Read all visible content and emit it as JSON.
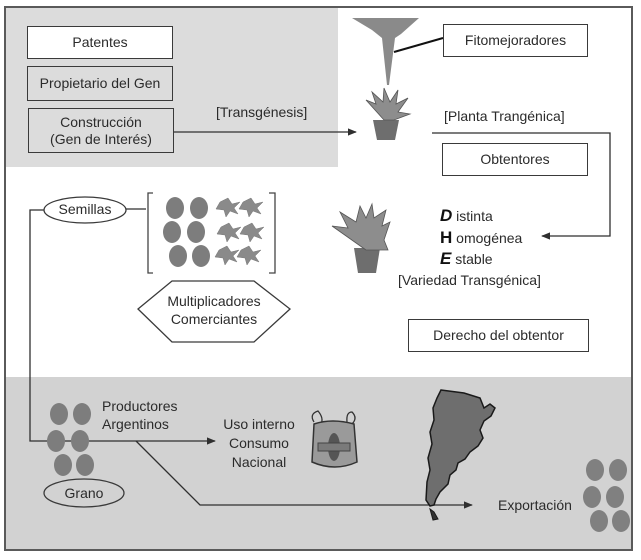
{
  "diagram": {
    "top_panel": {
      "patentes": "Patentes",
      "propietario": "Propietario del Gen",
      "construccion_line1": "Construcción",
      "construccion_line2": "(Gen de Interés)",
      "transgenesis": "[Transgénesis]"
    },
    "fitomejoradores": "Fitomejoradores",
    "planta_transgenica": "[Planta Trangénica]",
    "obtentores": "Obtentores",
    "dhe": {
      "d_letter": "D",
      "d_rest": "istinta",
      "h_letter": "H",
      "h_rest": "omogénea",
      "e_letter": "E",
      "e_rest": "stable"
    },
    "variedad_transgenica": "[Variedad Transgénica]",
    "derecho_obtentor": "Derecho del obtentor",
    "semillas": "Semillas",
    "multiplicadores_line1": "Multiplicadores",
    "multiplicadores_line2": "Comerciantes",
    "productores_line1": "Productores",
    "productores_line2": "Argentinos",
    "uso_line1": "Uso interno",
    "uso_line2": "Consumo",
    "uso_line3": "Nacional",
    "grano": "Grano",
    "exportacion": "Exportación",
    "colors": {
      "panel_top": "#dcdcdc",
      "panel_bottom": "#d2d2d2",
      "icon_gray": "#7d7d7d",
      "map_gray": "#6e6e6e",
      "line": "#2f2f2f"
    }
  }
}
